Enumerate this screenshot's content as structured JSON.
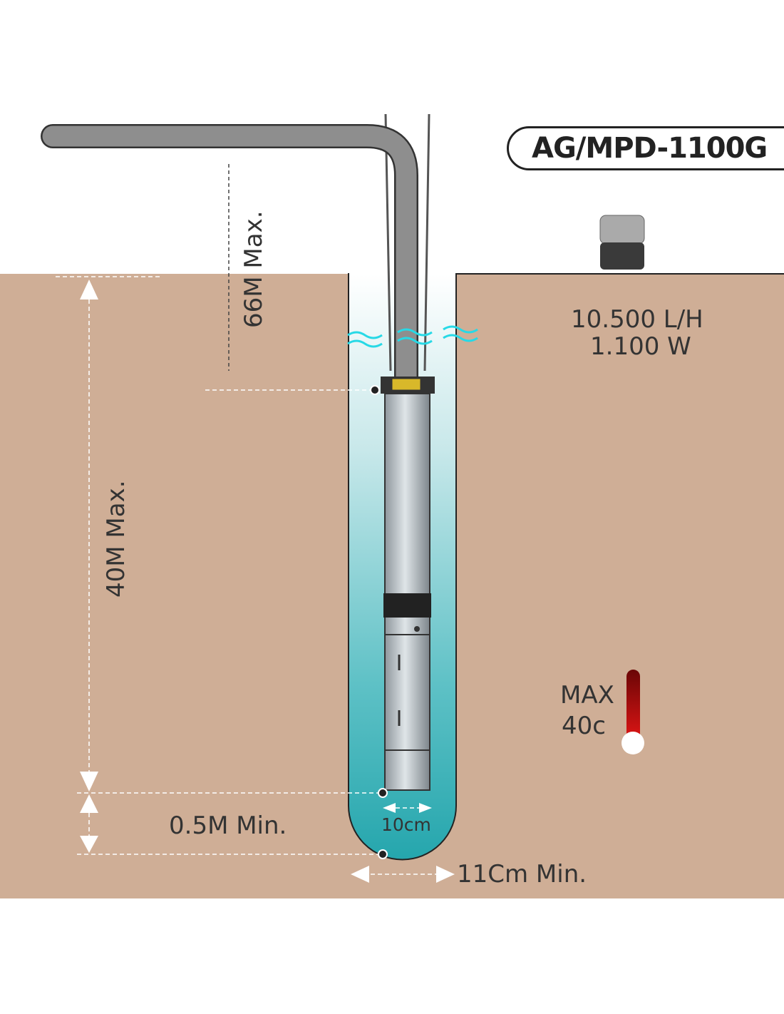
{
  "model": "AG/MPD-1100G",
  "specs": {
    "flow": "10.500 L/H",
    "power": "1.100 W"
  },
  "temperature": {
    "label": "MAX",
    "value": "40c"
  },
  "dimensions": {
    "head_max": "66M Max.",
    "depth_max": "40M Max.",
    "bottom_clearance_min": "0.5M Min.",
    "pump_diameter": "10cm",
    "borehole_diameter_min": "11Cm Min."
  },
  "colors": {
    "ground": "#cfae96",
    "water": "#2aa8b0",
    "thermometer": "#d01010",
    "wave": "#27d9e6"
  }
}
